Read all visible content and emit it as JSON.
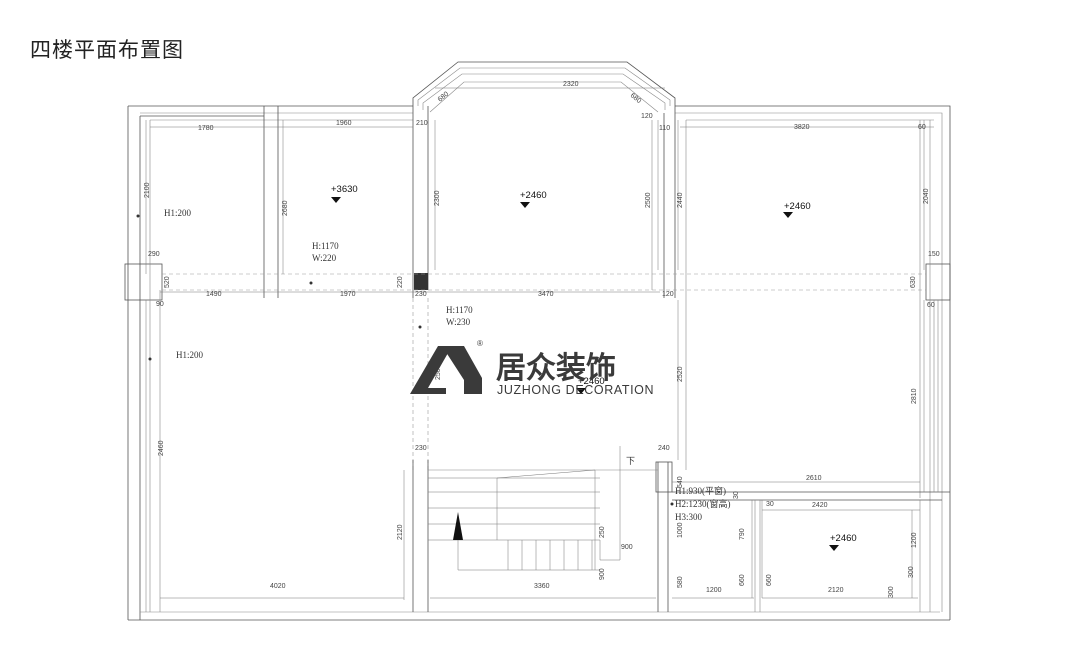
{
  "title": "四楼平面布置图",
  "brand": {
    "name_cn": "居众装饰",
    "name_en": "JUZHONG DECORATION",
    "registered": "®",
    "color": "#3a3a3a"
  },
  "dimensions": {
    "top_d1": "2320",
    "top_d2": "680",
    "top_d3": "680",
    "top_d4": "1780",
    "top_d5": "1960",
    "top_d6": "210",
    "top_d7": "120",
    "top_d8": "110",
    "top_d9": "3820",
    "top_d10": "60",
    "left_d1": "2100",
    "left_d2": "290",
    "left_d3": "520",
    "left_d4": "90",
    "left_d5": "2460",
    "mid_d1": "2680",
    "mid_d2": "2300",
    "mid_d3": "2500",
    "mid_d4": "2440",
    "right_d1": "2040",
    "right_d2": "150",
    "right_d3": "630",
    "right_d4": "60",
    "right_d5": "2810",
    "beam_d1": "1490",
    "beam_d2": "1970",
    "beam_d3": "220",
    "beam_d4": "230",
    "beam_d5": "3470",
    "beam_d6": "120",
    "core_d1": "2520",
    "core_d2": "2500",
    "core_d3": "230",
    "core_d4": "240",
    "stair_d1": "2120",
    "stair_d2": "250",
    "stair_d3": "900",
    "stair_d4": "900",
    "stair_d5": "3360",
    "stair_d6": "1000",
    "bot_d1": "4020",
    "win_d1": "540",
    "win_d2": "790",
    "win_d3": "660",
    "win_d4": "660",
    "win_d5": "580",
    "win_d6": "1200",
    "win_d7": "2120",
    "win_d8": "300",
    "win_d9": "300",
    "win_d10": "1200",
    "win_d11": "2610",
    "win_d12": "2420",
    "win_d13": "30",
    "win_d14": "30"
  },
  "notes": {
    "h1_left_top": "H1:200",
    "h1_left_bottom": "H1:200",
    "beam1_h": "H:1170",
    "beam1_w": "W:220",
    "beam2_h": "H:1170",
    "beam2_w": "W:230",
    "stair_down": "下",
    "window_h1": "H1:930(平窗)",
    "window_h2": "H2:1230(窗高)",
    "window_h3": "H3:300"
  },
  "elevations": {
    "room_left": "+3630",
    "room_center": "+2460",
    "room_right": "+2460",
    "room_core": "+2460",
    "room_small": "+2460"
  }
}
